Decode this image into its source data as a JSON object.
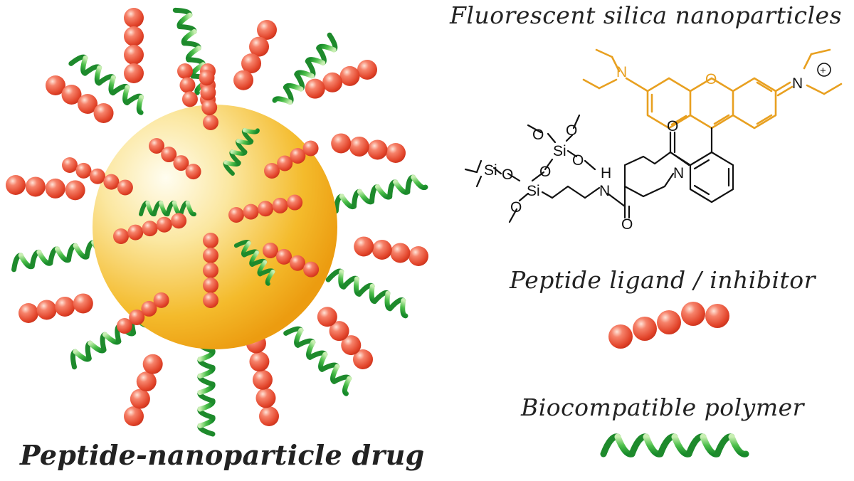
{
  "captions": {
    "fluorescent": "Fluorescent silica nanoparticles",
    "peptide": "Peptide ligand / inhibitor",
    "polymer": "Biocompatible polymer",
    "main": "Peptide-nanoparticle drug"
  },
  "molecule_atoms": {
    "n1": "N",
    "o_ring": "O",
    "n_plus": "N",
    "plus": "+",
    "o_amide1": "O",
    "n_pip": "N",
    "nh_n": "N",
    "nh_h": "H",
    "o_amide2": "O",
    "si1": "Si",
    "si2": "Si",
    "si3": "Si",
    "o1": "O",
    "o2": "O",
    "o3": "O",
    "o4": "O",
    "o5": "O",
    "o6": "O"
  },
  "colors": {
    "bead": "#e8482c",
    "bead_highlight": "#ffd3c2",
    "core_center": "#fffbe8",
    "core_edge": "#f2a516",
    "helix_dark": "#1f9a32",
    "helix_light": "#c9efb4",
    "rhodamine": "#e8a020",
    "bond": "#111111"
  }
}
